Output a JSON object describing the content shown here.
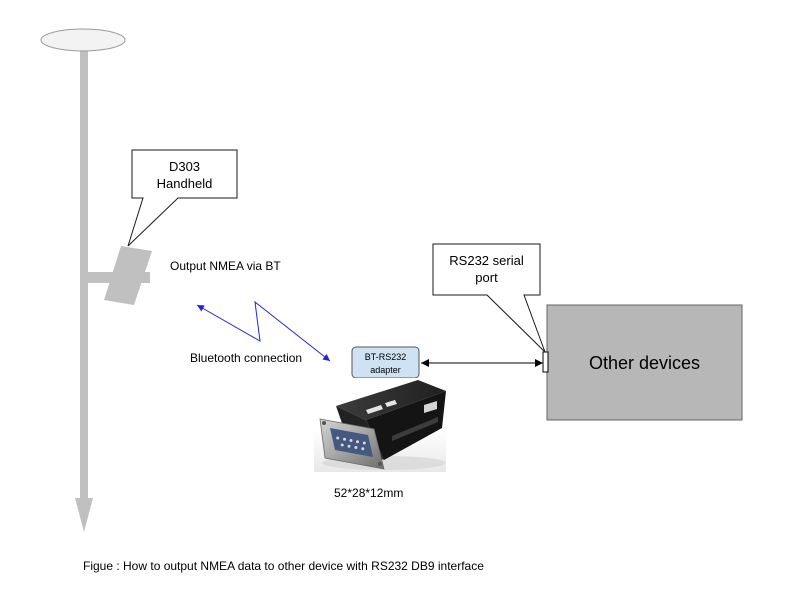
{
  "handheld_callout": {
    "line1": "D303",
    "line2": "Handheld"
  },
  "serial_port_callout": {
    "line1": "RS232 serial",
    "line2": "port"
  },
  "adapter_callout": {
    "line1": "BT-RS232",
    "line2": "adapter"
  },
  "labels": {
    "output_nmea": "Output NMEA via BT",
    "bluetooth_connection": "Bluetooth connection",
    "adapter_dimensions": "52*28*12mm"
  },
  "other_devices": {
    "label": "Other devices"
  },
  "caption": "Figue : How to output NMEA data to other device with RS232 DB9 interface",
  "icons": {
    "pole": "pole-arrow-icon",
    "handheld": "handheld-device-icon",
    "adapter": "db9-adapter-photo"
  },
  "colors": {
    "pole": "#c0c0c0",
    "antenna_top": "#f3f3f3",
    "bluetooth_link": "#2424e0",
    "serial_link": "#000000",
    "adapter_callout_fill": "#cfe2f3",
    "other_devices_fill": "#b7b7b7"
  }
}
